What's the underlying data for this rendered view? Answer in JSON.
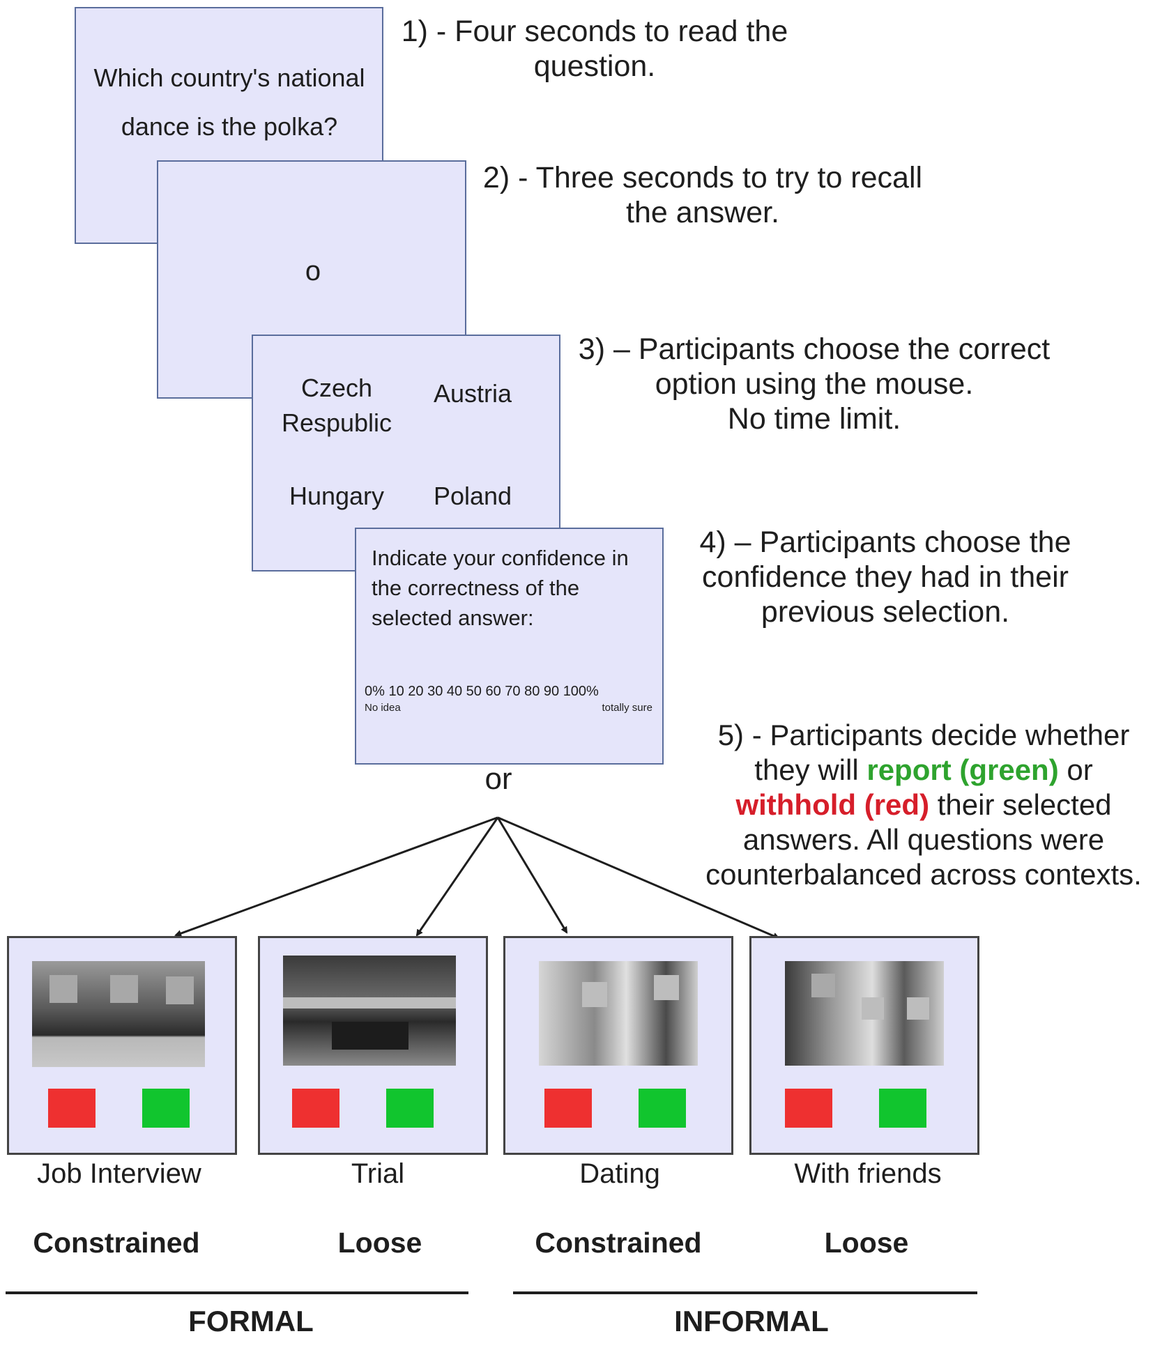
{
  "screens": {
    "question": {
      "text_line1": "Which country's national",
      "text_line2": "dance is the polka?"
    },
    "fixation": {
      "symbol": "o"
    },
    "options": {
      "czech_line1": "Czech",
      "czech_line2": "Respublic",
      "austria": "Austria",
      "hungary": "Hungary",
      "poland": "Poland"
    },
    "confidence": {
      "prompt_line1": "Indicate your confidence in",
      "prompt_line2": "the correctness of the",
      "prompt_line3": "selected answer:",
      "scale_ticks": "0% 10 20 30 40 50 60 70 80 90 100%",
      "scale_min_label": "No idea",
      "scale_max_label": "totally sure"
    }
  },
  "steps": {
    "s1_line1": "1) - Four seconds to read the",
    "s1_line2": "question.",
    "s2_line1": "2)  - Three seconds to try to recall",
    "s2_line2": "the answer.",
    "s3_line1": "3) – Participants choose the correct",
    "s3_line2": "option using the mouse.",
    "s3_line3": "No time limit.",
    "s4_line1": "4) – Participants choose the",
    "s4_line2": "confidence they had in their",
    "s4_line3": "previous selection.",
    "s5_line1": "5) - Participants decide whether",
    "s5_line2_pre": "they will ",
    "s5_report": "report (green)",
    "s5_line2_post": " or",
    "s5_withhold": "withhold (red)",
    "s5_line3_post": " their selected",
    "s5_line4": "answers. All questions were",
    "s5_line5": "counterbalanced across contexts."
  },
  "or_label": "or",
  "contexts": [
    {
      "label": "Job Interview",
      "norm": "Constrained"
    },
    {
      "label": "Trial",
      "norm": "Loose"
    },
    {
      "label": "Dating",
      "norm": "Constrained"
    },
    {
      "label": "With friends",
      "norm": "Loose"
    }
  ],
  "groups": {
    "formal": "FORMAL",
    "informal": "INFORMAL"
  },
  "colors": {
    "screen_fill": "#e5e5fa",
    "report": "#11c52e",
    "withhold": "#ee3030"
  }
}
